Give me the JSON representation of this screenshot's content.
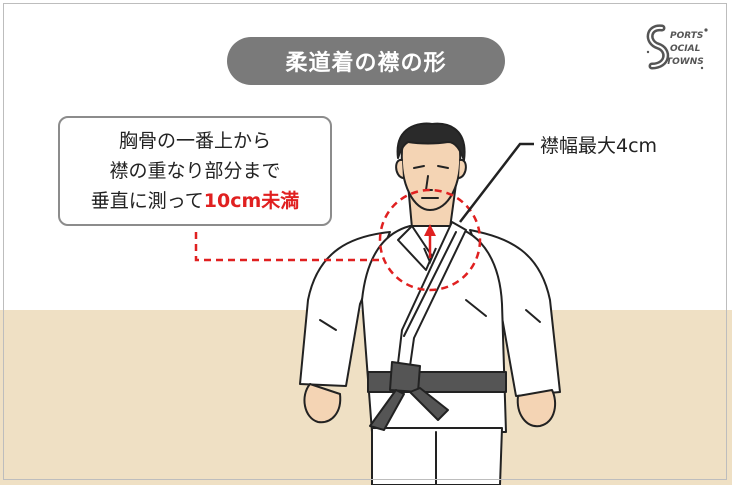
{
  "title": "柔道着の襟の形",
  "logo_text": "SPORTS SOCIAL TOWNS",
  "note": {
    "line1": "胸骨の一番上から",
    "line2": "襟の重なり部分まで",
    "line3_prefix": "垂直に測って",
    "line3_highlight": "10cm未満"
  },
  "collar_width_label": "襟幅最大4cm",
  "colors": {
    "title_pill": "#7a7a7a",
    "highlight": "#e02020",
    "floor": "#efe0c4",
    "belt": "#555555",
    "skin": "#f4d4b4"
  },
  "icons": [
    "sports-social-towns-logo"
  ]
}
